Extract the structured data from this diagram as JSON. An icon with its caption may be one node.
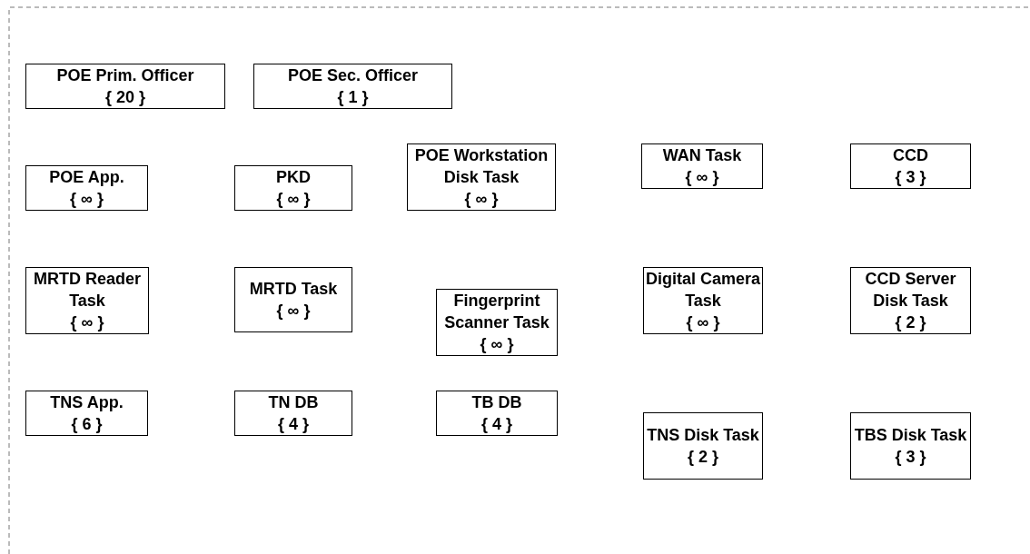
{
  "diagram": {
    "nodes": [
      {
        "text": [
          "POE Prim. Officer",
          "{ 20 }"
        ]
      },
      {
        "text": [
          "POE Sec. Officer",
          "{ 1 }"
        ]
      },
      {
        "text": [
          "POE App.",
          "{ ∞ }"
        ]
      },
      {
        "text": [
          "PKD",
          "{ ∞ }"
        ]
      },
      {
        "text": [
          "POE Workstation Disk Task",
          "{ ∞ }"
        ]
      },
      {
        "text": [
          "WAN Task",
          "{ ∞ }"
        ]
      },
      {
        "text": [
          "CCD",
          "{ 3 }"
        ]
      },
      {
        "text": [
          "MRTD Reader Task",
          "{ ∞ }"
        ]
      },
      {
        "text": [
          "MRTD Task",
          "{ ∞ }"
        ]
      },
      {
        "text": [
          "Fingerprint Scanner Task",
          "{ ∞ }"
        ]
      },
      {
        "text": [
          "Digital Camera Task",
          "{ ∞ }"
        ]
      },
      {
        "text": [
          "CCD Server Disk Task",
          "{ 2 }"
        ]
      },
      {
        "text": [
          "TNS App.",
          "{ 6 }"
        ]
      },
      {
        "text": [
          "TN DB",
          "{ 4 }"
        ]
      },
      {
        "text": [
          "TB DB",
          "{ 4 }"
        ]
      },
      {
        "text": [
          "TNS Disk Task",
          "{ 2 }"
        ]
      },
      {
        "text": [
          "TBS Disk Task",
          "{ 3 }"
        ]
      }
    ]
  }
}
